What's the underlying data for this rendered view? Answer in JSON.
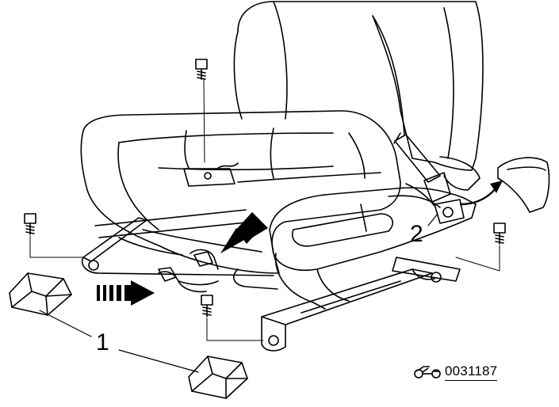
{
  "callouts": {
    "one": "1",
    "two": "2"
  },
  "reference": {
    "code": "0031187",
    "logo_icon": "car-logo-icon"
  }
}
